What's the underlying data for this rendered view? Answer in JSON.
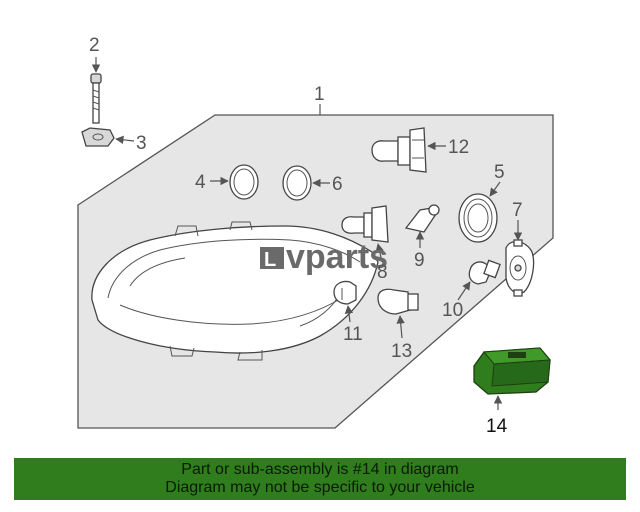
{
  "callouts": {
    "c1": "1",
    "c2": "2",
    "c3": "3",
    "c4": "4",
    "c5": "5",
    "c6": "6",
    "c7": "7",
    "c8": "8",
    "c9": "9",
    "c10": "10",
    "c11": "11",
    "c12": "12",
    "c13": "13",
    "c14": "14"
  },
  "watermark": {
    "text": "vparts"
  },
  "banner": {
    "line1": "Part or sub-assembly is #14 in diagram",
    "line2": "Diagram may not be specific to your vehicle"
  },
  "colors": {
    "banner_bg": "#2f7d1c",
    "panel_fill": "#e6e6e6",
    "line": "#444444"
  }
}
